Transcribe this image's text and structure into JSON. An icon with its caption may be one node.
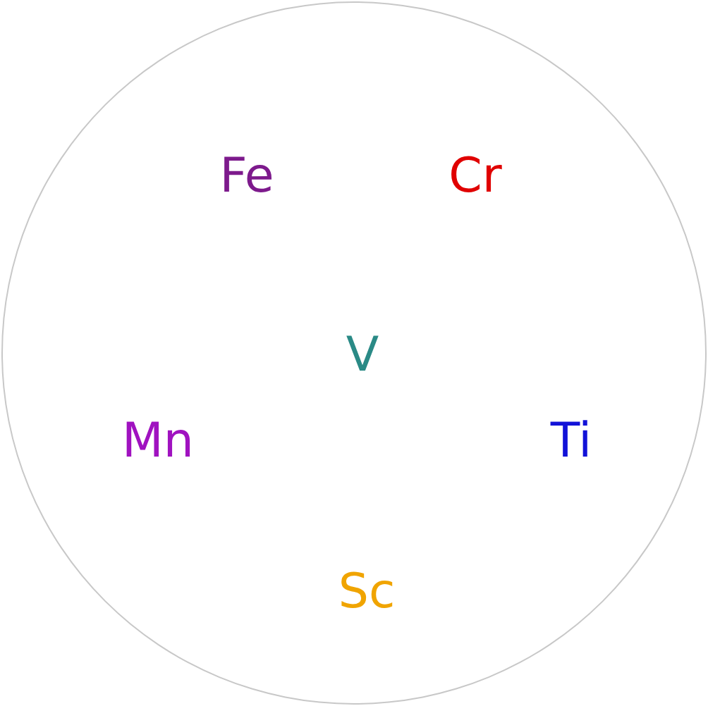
{
  "diagram": {
    "nodes": [
      {
        "text": [
          "Fe",
          "Cr",
          "V",
          "Mn",
          "Ti",
          "Sc"
        ]
      }
    ]
  }
}
